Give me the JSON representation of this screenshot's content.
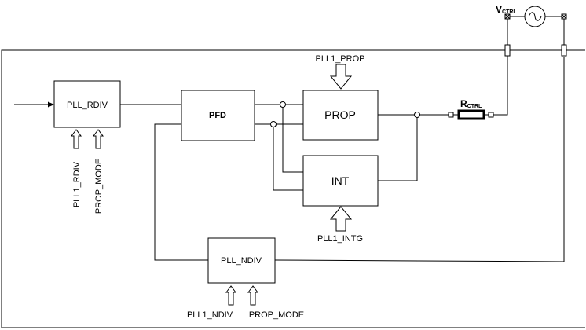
{
  "blocks": {
    "pll_rdiv": "PLL_RDIV",
    "pfd": "PFD",
    "prop": "PROP",
    "int": "INT",
    "pll_ndiv": "PLL_NDIV"
  },
  "signals": {
    "pll1_prop": "PLL1_PROP",
    "pll1_intg": "PLL1_INTG",
    "pll1_rdiv": "PLL1_RDIV",
    "prop_mode_rdiv": "PROP_MODE",
    "pll1_ndiv": "PLL1_NDIV",
    "prop_mode_ndiv": "PROP_MODE"
  },
  "components": {
    "resistor_main": "R",
    "resistor_sub": "CTRL",
    "source_main": "V",
    "source_sub": "CTRL"
  }
}
